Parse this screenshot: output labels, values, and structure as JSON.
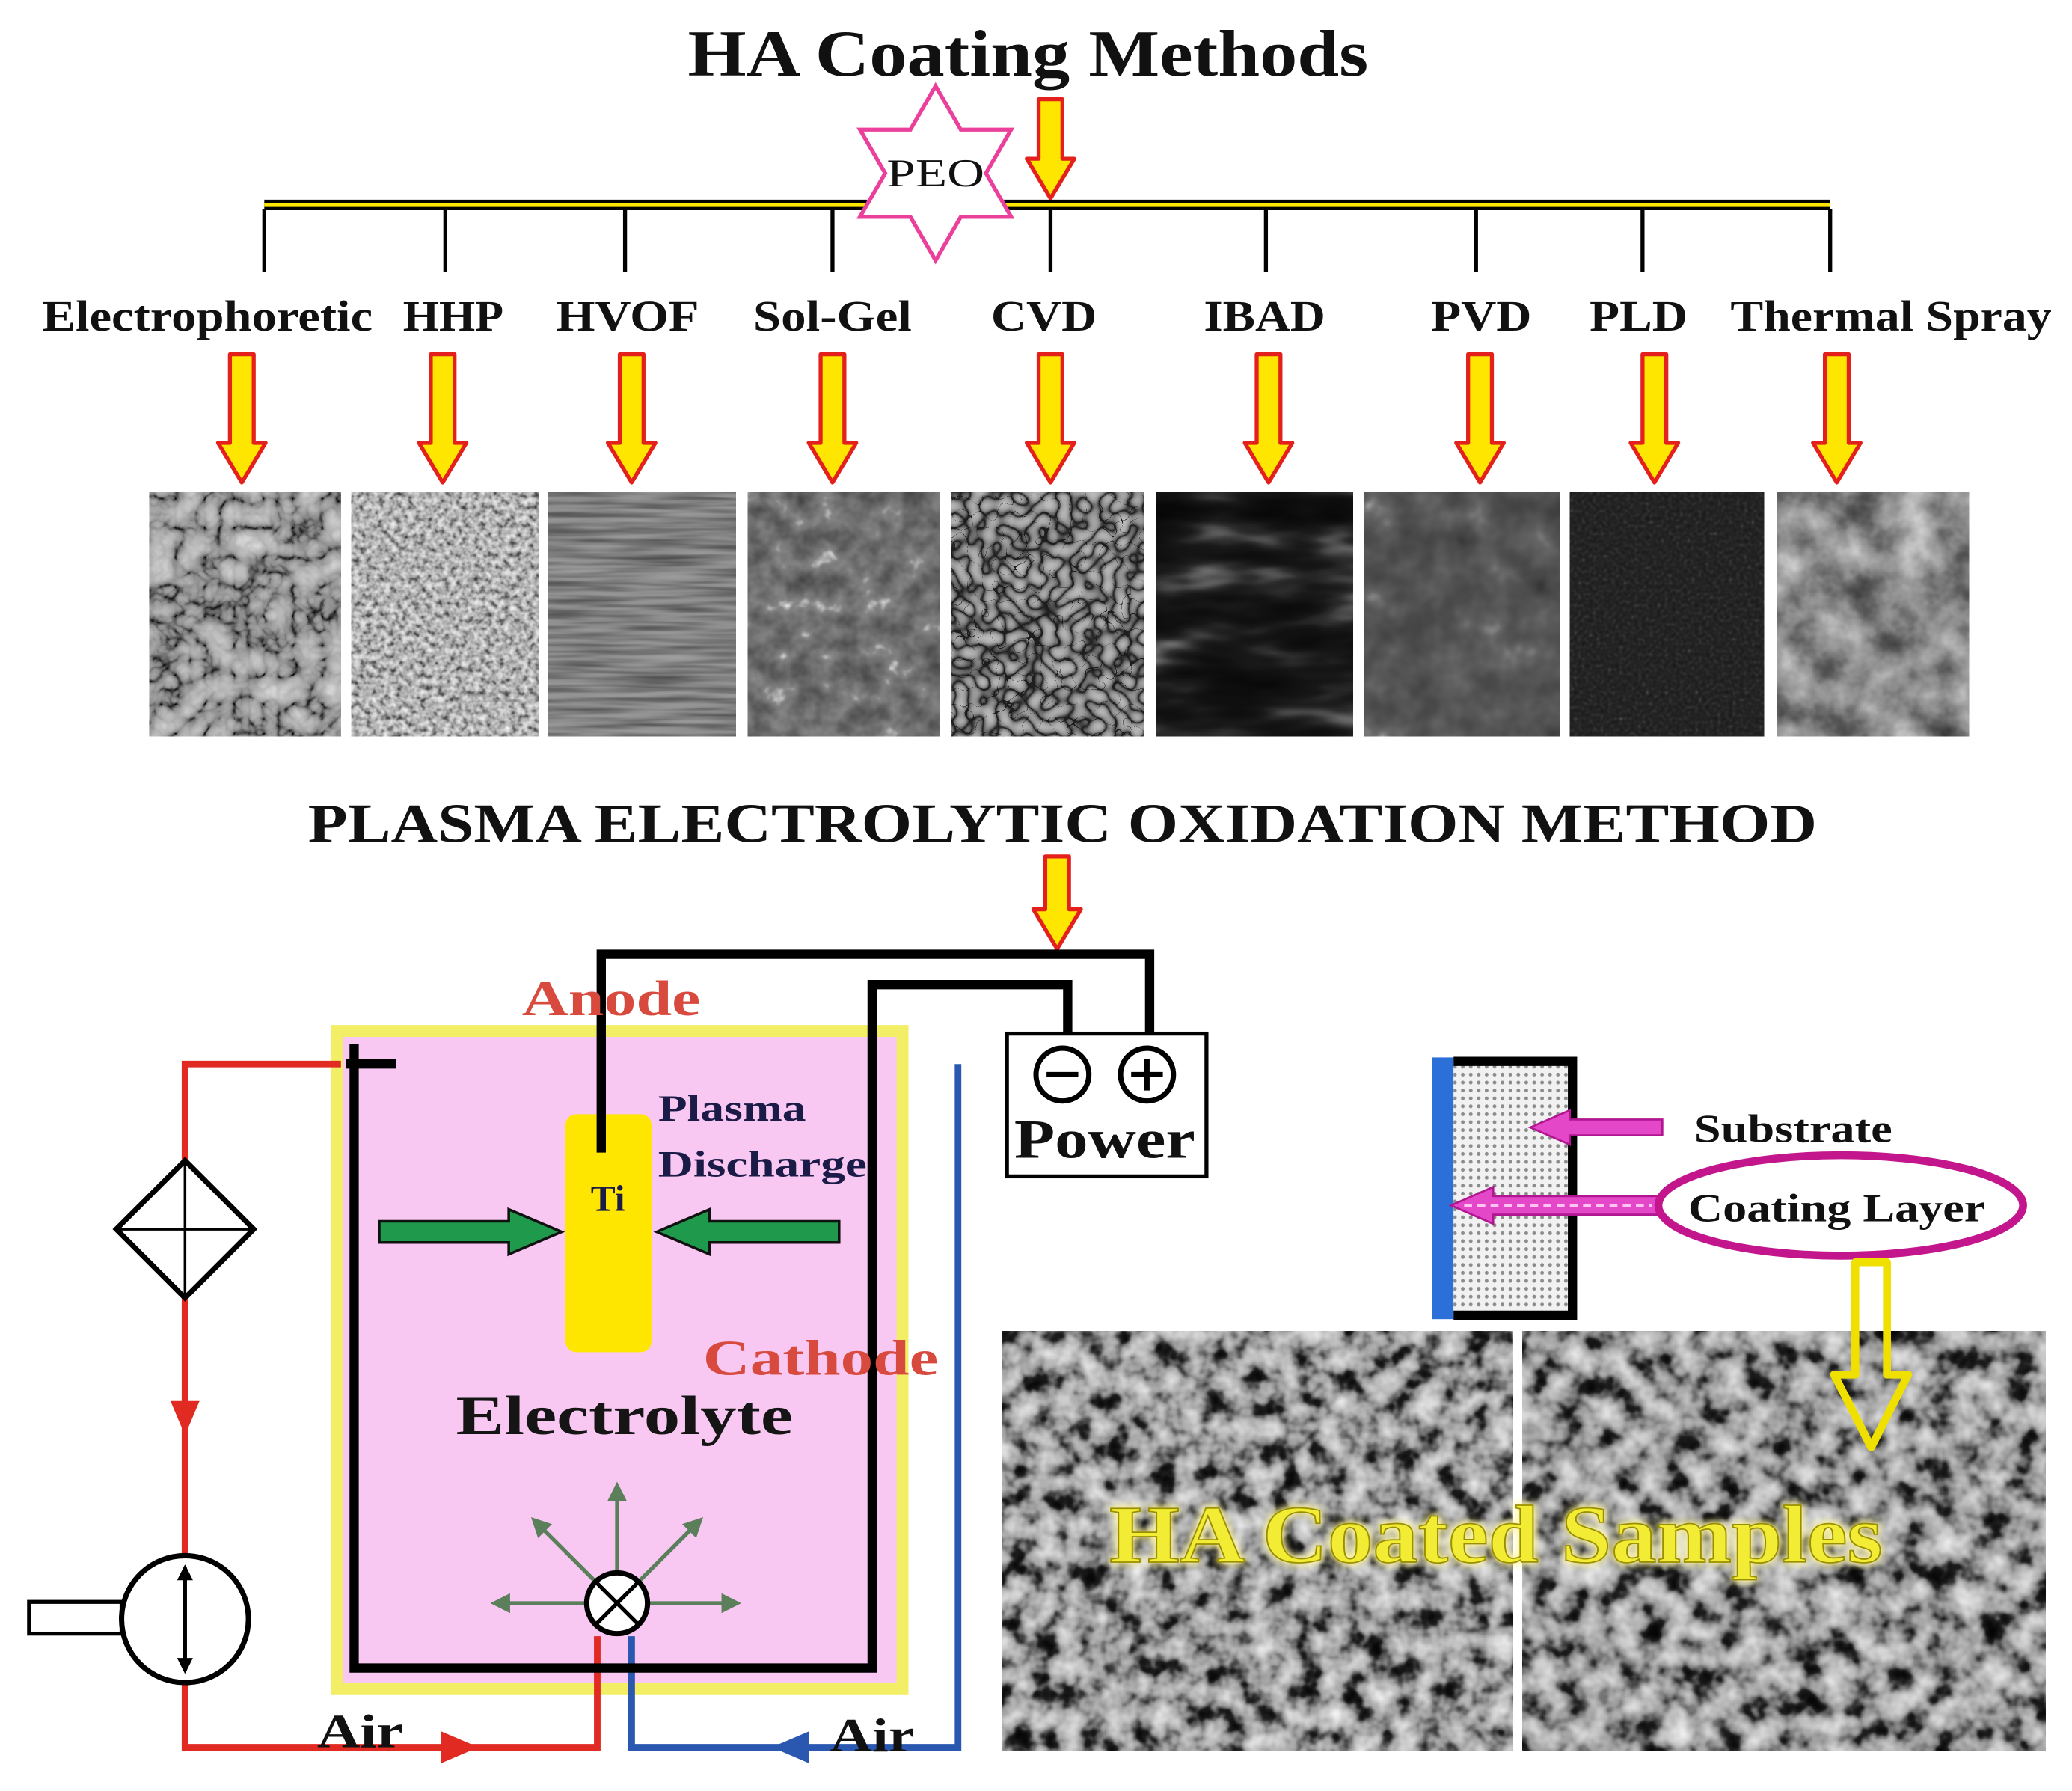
{
  "title": "HA Coating Methods",
  "peo_label": "PEO",
  "methods": [
    "Electrophoretic",
    "HHP",
    "HVOF",
    "Sol-Gel",
    "CVD",
    "IBAD",
    "PVD",
    "PLD",
    "Thermal Spray"
  ],
  "peo_setup": {
    "title": "PLASMA ELECTROLYTIC OXIDATION METHOD",
    "anode": "Anode",
    "plasma_discharge": [
      "Plasma",
      "Discharge"
    ],
    "electrode": "Ti",
    "cathode": "Cathode",
    "electrolyte": "Electrolyte",
    "power": "Power",
    "air_left": "Air",
    "air_right": "Air"
  },
  "sample": {
    "substrate": "Substrate",
    "coating_layer": "Coating Layer",
    "result": "HA Coated Samples"
  },
  "colors": {
    "arrow_fill": "#ffe600",
    "arrow_outline": "#e4201c",
    "peo_star": "#ea3f9a",
    "electrolyte": "#f8c8f2",
    "electrode": "#ffe600",
    "plasma_arrows": "#1f9a4c",
    "electrode_labels": "#d94a3e",
    "air_in_line": "#e02a22",
    "air_out_line": "#2a58b0",
    "coating_arrow": "#e447c8",
    "coating_ellipse": "#c4168c",
    "result_text": "#f3ec35"
  }
}
